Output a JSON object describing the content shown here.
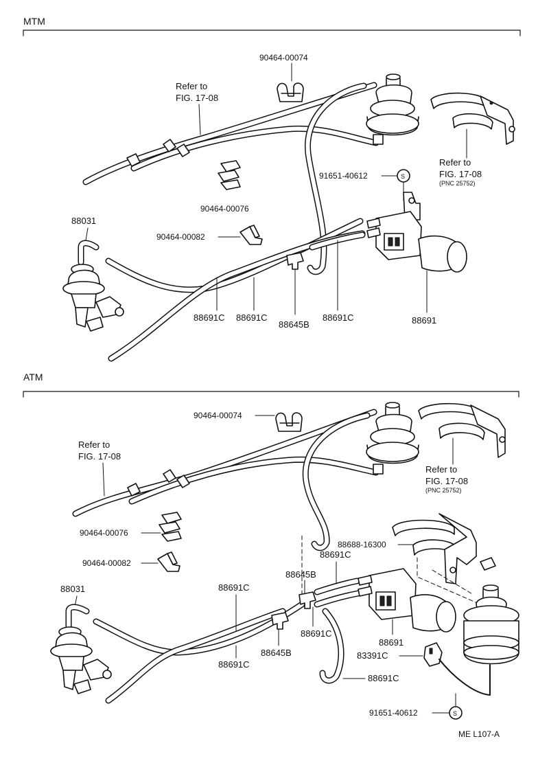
{
  "sections": {
    "mtm": {
      "title": "MTM",
      "labels": {
        "clip_74": "90464-00074",
        "refer_a_1": "Refer to",
        "refer_a_2": "FIG. 17-08",
        "refer_b_1": "Refer to",
        "refer_b_2": "FIG. 17-08",
        "refer_b_3": "(PNC 25752)",
        "bolt": "91651-40612",
        "clip_76": "90464-00076",
        "valve": "88031",
        "clip_82": "90464-00082",
        "hose_c1": "88691C",
        "hose_c2": "88691C",
        "tee_b": "88645B",
        "hose_c3": "88691C",
        "vsv": "88691",
        "s_mark": "S"
      }
    },
    "atm": {
      "title": "ATM",
      "labels": {
        "clip_74": "90464-00074",
        "refer_a_1": "Refer to",
        "refer_a_2": "FIG. 17-08",
        "refer_b_1": "Refer to",
        "refer_b_2": "FIG. 17-08",
        "refer_b_3": "(PNC 25752)",
        "clip_76": "90464-00076",
        "clip_82": "90464-00082",
        "bracket": "88688-16300",
        "hose_c_top": "88691C",
        "tee_b_top": "88645B",
        "valve": "88031",
        "hose_c_left_top": "88691C",
        "hose_c_mid": "88691C",
        "vsv": "88691",
        "tee_b_low": "88645B",
        "connector": "83391C",
        "hose_c_left_low": "88691C",
        "hose_c_loop": "88691C",
        "bolt": "91651-40612",
        "s_mark": "S"
      }
    }
  },
  "footer": {
    "code": "ME  L107-A"
  }
}
